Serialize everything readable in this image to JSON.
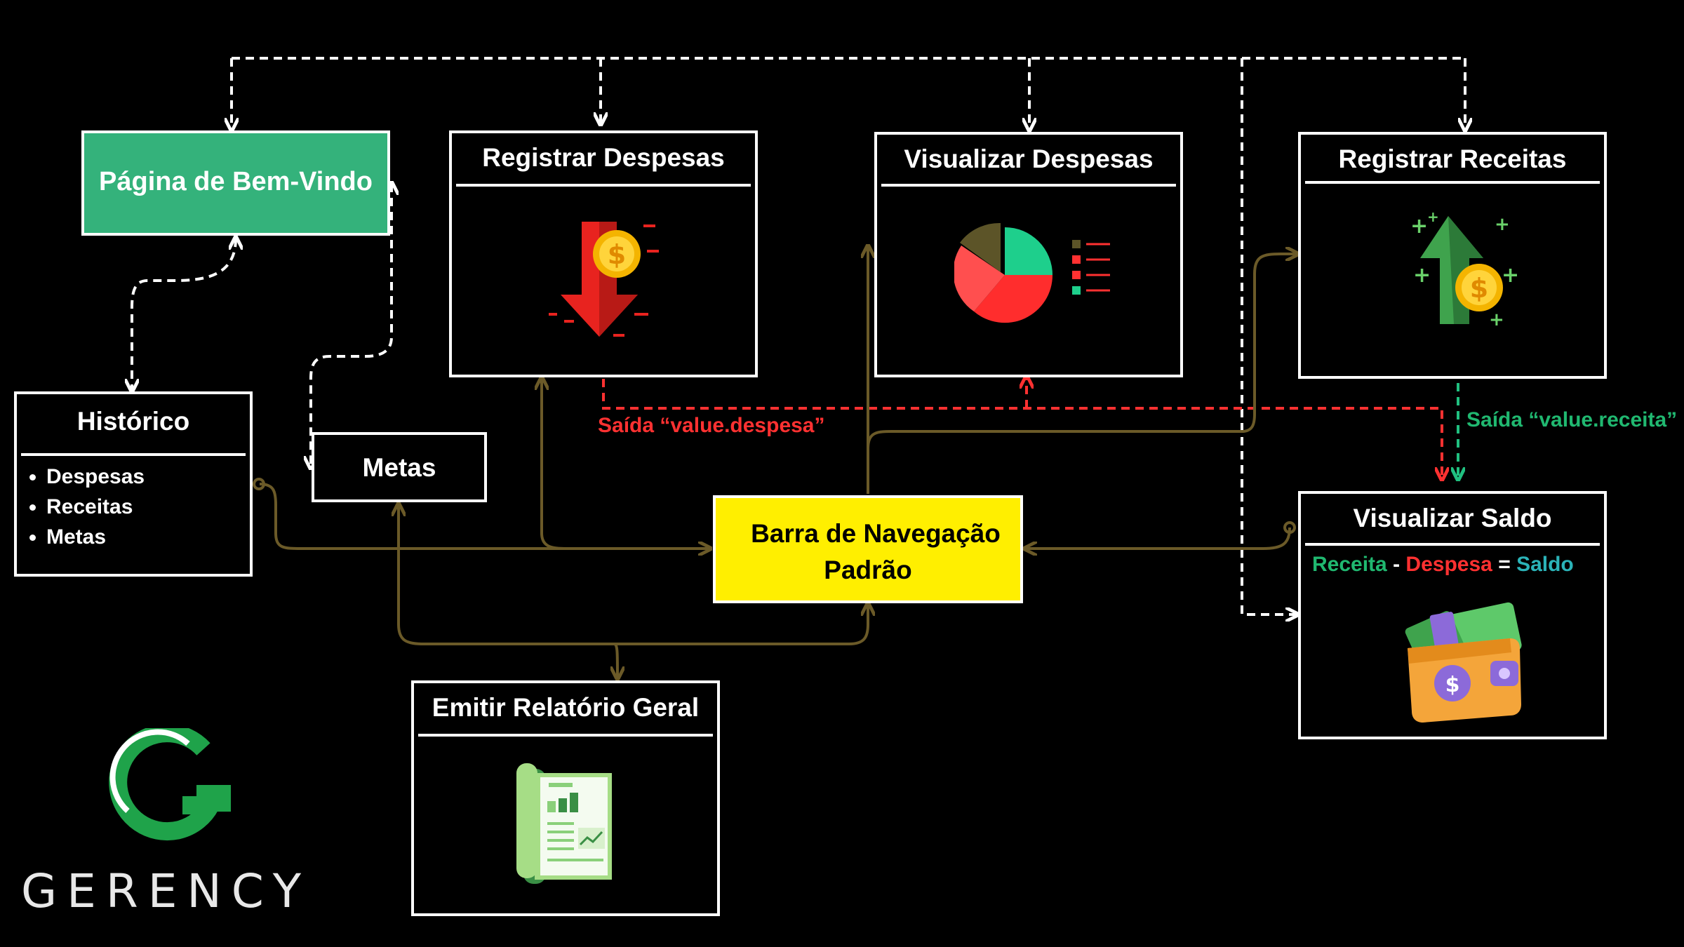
{
  "nodes": {
    "welcome": {
      "title": "Página de Bem-Vindo"
    },
    "register_expenses": {
      "title": "Registrar Despesas",
      "icon": "down-arrow-coin-icon"
    },
    "view_expenses": {
      "title": "Visualizar Despesas",
      "icon": "pie-chart-icon"
    },
    "register_income": {
      "title": "Registrar Receitas",
      "icon": "up-arrow-coin-icon"
    },
    "history": {
      "title": "Histórico",
      "items": [
        "Despesas",
        "Receitas",
        "Metas"
      ]
    },
    "goals": {
      "title": "Metas"
    },
    "navbar": {
      "line1": "Barra de Navegação",
      "line2": "Padrão"
    },
    "balance": {
      "title": "Visualizar Saldo",
      "formula": {
        "a": "Receita",
        "minus": "-",
        "b": "Despesa",
        "eq": "=",
        "c": "Saldo"
      },
      "icon": "wallet-icon"
    },
    "report": {
      "title": "Emitir Relatório Geral",
      "icon": "report-document-icon"
    }
  },
  "edge_labels": {
    "expense_output": "Saída “value.despesa”",
    "income_output": "Saída “value.receita”"
  },
  "logo": {
    "text": "GERENCY"
  },
  "colors": {
    "welcome_fill": "#34b27b",
    "navbar_fill": "#ffef00",
    "nav_arrow": "#6b5a28",
    "expense_red": "#ff3131",
    "income_green": "#20b870",
    "saldo_teal": "#2bb3b8",
    "dashed_white": "#ffffff"
  }
}
